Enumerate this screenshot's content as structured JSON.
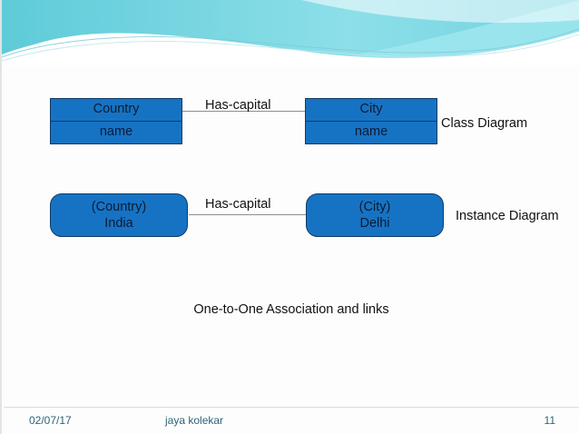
{
  "slide": {
    "caption": "One-to-One Association and links",
    "accent_color": "#1673C4",
    "border_color": "#133B63",
    "header_color": "#86DDE6"
  },
  "class_diagram": {
    "side_label": "Class Diagram",
    "association_label": "Has-capital",
    "left_box": {
      "name": "Country",
      "attribute": "name"
    },
    "right_box": {
      "name": "City",
      "attribute": "name"
    }
  },
  "instance_diagram": {
    "side_label": "Instance Diagram",
    "association_label": "Has-capital",
    "left_box": {
      "class_name": "(Country)",
      "instance_name": "India"
    },
    "right_box": {
      "class_name": "(City)",
      "instance_name": "Delhi"
    }
  },
  "footer": {
    "date": "02/07/17",
    "author": "jaya kolekar",
    "page_number": "11"
  }
}
